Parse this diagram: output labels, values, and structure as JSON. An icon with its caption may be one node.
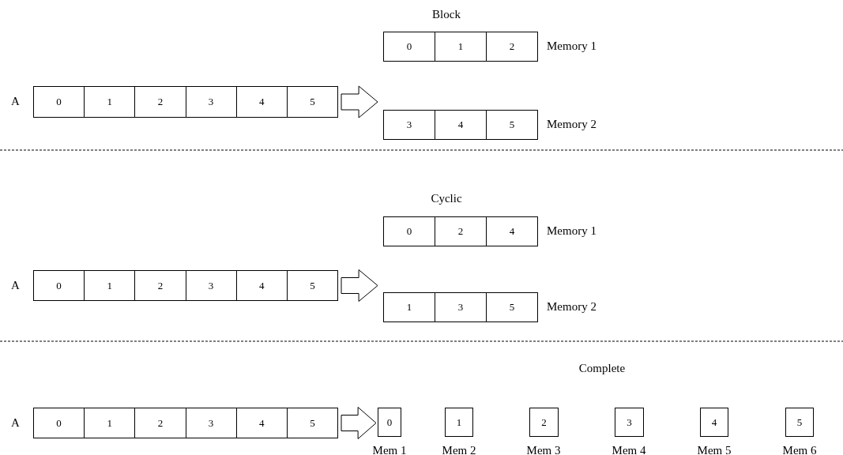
{
  "diagram": {
    "nodes": [
      {
        "text": [],
        "shape": "box",
        "beside": [
          "A"
        ]
      },
      {
        "text": [
          "0"
        ],
        "in": 0
      },
      {
        "text": [
          "1"
        ],
        "in": 0
      },
      {
        "text": [
          "2"
        ],
        "in": 0
      },
      {
        "text": [
          "3"
        ],
        "in": 0
      },
      {
        "text": [
          "4"
        ],
        "in": 0
      },
      {
        "text": [
          "5"
        ],
        "in": 0
      },
      {
        "text": [],
        "shape": "box",
        "beside": [
          "Memory 1"
        ]
      },
      {
        "text": [
          "0"
        ],
        "in": 7
      },
      {
        "text": [
          "1"
        ],
        "in": 7
      },
      {
        "text": [
          "2"
        ],
        "in": 7
      },
      {
        "text": [],
        "shape": "box",
        "beside": [
          "Memory 2"
        ]
      },
      {
        "text": [
          "3"
        ],
        "in": 11
      },
      {
        "text": [
          "4"
        ],
        "in": 11
      },
      {
        "text": [
          "5"
        ],
        "in": 11
      },
      {
        "text": [],
        "shape": "box",
        "beside": [
          "A"
        ]
      },
      {
        "text": [
          "0"
        ],
        "in": 15
      },
      {
        "text": [
          "1"
        ],
        "in": 15
      },
      {
        "text": [
          "2"
        ],
        "in": 15
      },
      {
        "text": [
          "3"
        ],
        "in": 15
      },
      {
        "text": [
          "4"
        ],
        "in": 15
      },
      {
        "text": [
          "5"
        ],
        "in": 15
      },
      {
        "text": [],
        "shape": "box",
        "beside": [
          "Memory 1"
        ]
      },
      {
        "text": [
          "0"
        ],
        "in": 22
      },
      {
        "text": [
          "2"
        ],
        "in": 22
      },
      {
        "text": [
          "4"
        ],
        "in": 22
      },
      {
        "text": [],
        "shape": "box",
        "beside": [
          "Memory 2"
        ]
      },
      {
        "text": [
          "1"
        ],
        "in": 26
      },
      {
        "text": [
          "3"
        ],
        "in": 26
      },
      {
        "text": [
          "5"
        ],
        "in": 26
      },
      {
        "text": [],
        "shape": "box",
        "beside": [
          "A"
        ]
      },
      {
        "text": [
          "0"
        ],
        "in": 30
      },
      {
        "text": [
          "1"
        ],
        "in": 30
      },
      {
        "text": [
          "2"
        ],
        "in": 30
      },
      {
        "text": [
          "3"
        ],
        "in": 30
      },
      {
        "text": [
          "4"
        ],
        "in": 30
      },
      {
        "text": [
          "5"
        ],
        "in": 30
      },
      {
        "text": [
          "0"
        ],
        "beside": [
          "Mem 1"
        ]
      },
      {
        "text": [
          "1"
        ],
        "beside": [
          "Mem 2"
        ]
      },
      {
        "text": [
          "2"
        ],
        "beside": [
          "Mem 3"
        ]
      },
      {
        "text": [
          "3"
        ],
        "beside": [
          "Mem 4"
        ]
      },
      {
        "text": [
          "4"
        ],
        "beside": [
          "Mem 5"
        ]
      },
      {
        "text": [
          "5"
        ],
        "beside": [
          "Mem 6"
        ]
      }
    ],
    "edges": [
      {
        "from": 0,
        "to": null,
        "arrow": "to"
      },
      {
        "from": 15,
        "to": null,
        "arrow": "to"
      },
      {
        "from": 30,
        "to": 37,
        "arrow": "to"
      }
    ],
    "labels": [
      "Block",
      "Cyclic",
      "Complete"
    ]
  }
}
